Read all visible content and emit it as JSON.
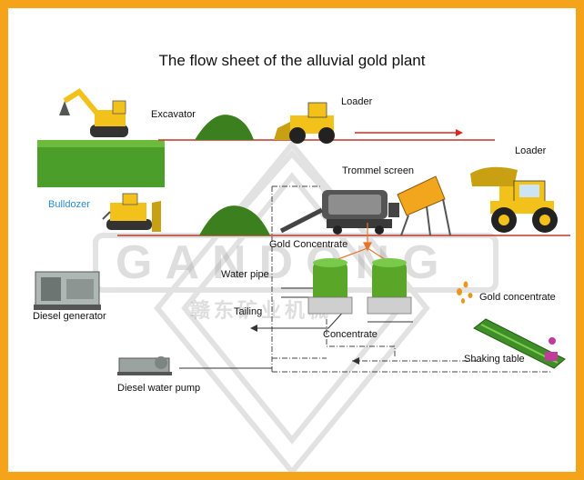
{
  "title": "The flow sheet of the alluvial gold plant",
  "watermark": {
    "brand": "GANDONG",
    "chinese": "赣东矿业机械"
  },
  "labels": {
    "excavator": "Excavator",
    "loader_top": "Loader",
    "loader_right": "Loader",
    "trommel_screen": "Trommel screen",
    "bulldozer": "Bulldozer",
    "gold_concentrate_top": "Gold Concentrate",
    "water_pipe": "Water pipe",
    "tailing": "Tailing",
    "concentrate": "Concentrate",
    "gold_concentrate_right": "Gold concentrate",
    "shaking_table": "Shaking table",
    "diesel_generator": "Diesel generator",
    "diesel_water_pump": "Diesel water pump"
  },
  "colors": {
    "frame": "#f5a31a",
    "ground_line": "#c0392b",
    "flow_arrow": "#e0241b",
    "ore_pile": "#3c7f1e",
    "grass": "#4c9e2a",
    "machine_yellow": "#f2c21a",
    "concentrator_green": "#5aa628",
    "bulldozer_label": "#2e8ad8",
    "watermark": "#a0a0a0"
  },
  "icons": [
    "excavator-icon",
    "wheel-loader-icon",
    "bulldozer-icon",
    "trommel-screen-icon",
    "hopper-icon",
    "centrifugal-concentrator-icon",
    "shaking-table-icon",
    "diesel-generator-icon",
    "water-pump-icon",
    "gold-nugget-icon"
  ]
}
